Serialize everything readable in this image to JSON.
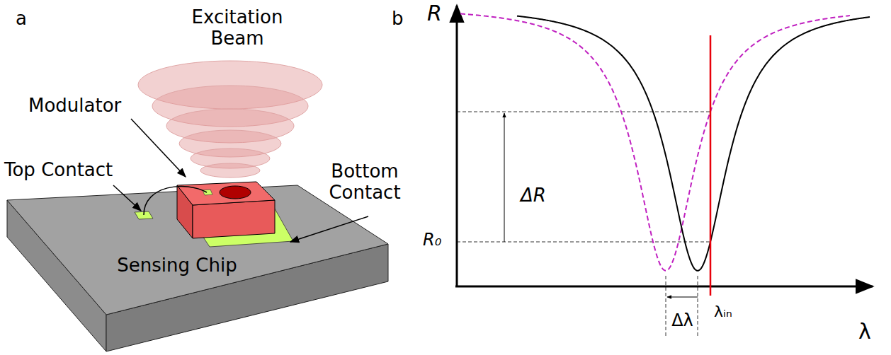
{
  "diagram": {
    "nodes": [
      {
        "text": [
          "Sensing Chip"
        ]
      }
    ],
    "labels": [
      "a",
      "Excitation Beam",
      "Modulator",
      "Top Contact",
      "Bottom Contact",
      "b",
      "R",
      "ΔR",
      "R₀",
      "Δλ",
      "λᵢₙ",
      "λ"
    ]
  }
}
